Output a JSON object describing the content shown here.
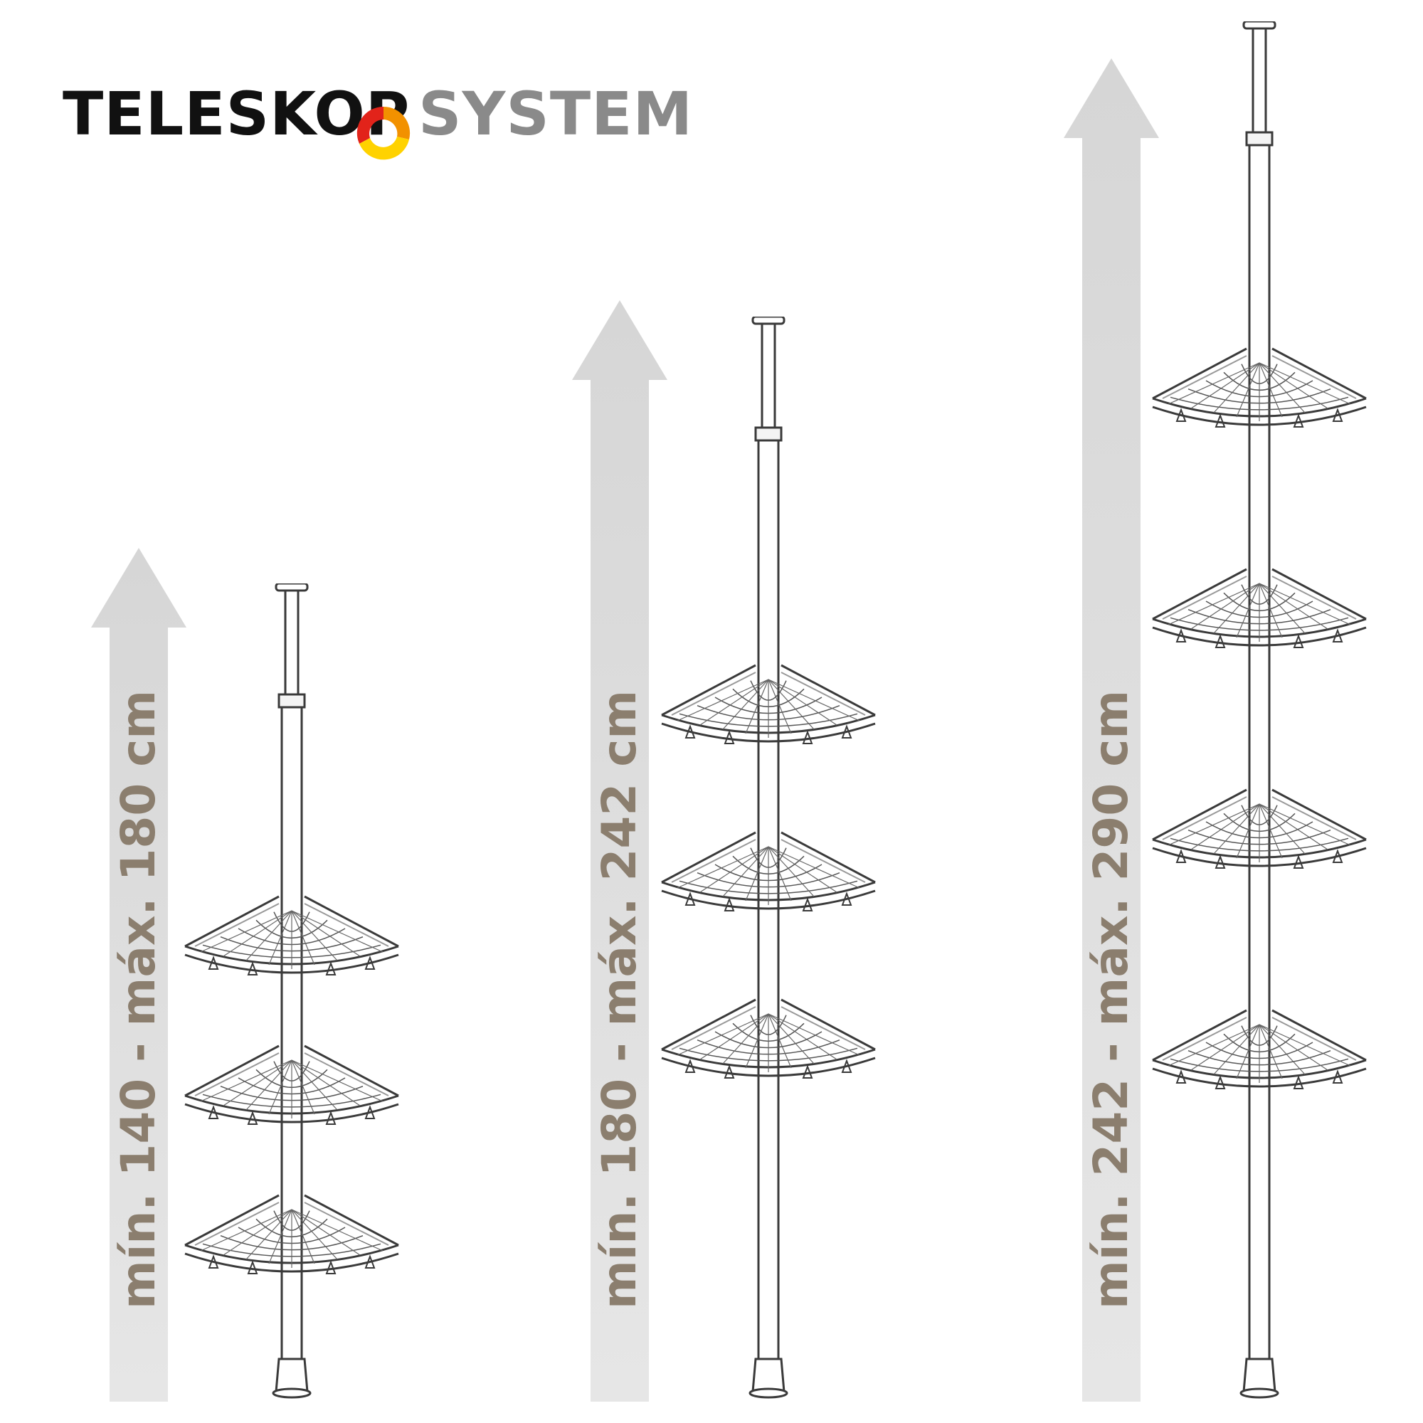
{
  "logo": {
    "word_1": "TELESKOP",
    "word_2": "SYSTEM",
    "colors": {
      "word_1": "#111111",
      "word_2": "#8a8a8a",
      "ring_red": "#e2231a",
      "ring_orange": "#f29100",
      "ring_yellow": "#ffd200"
    }
  },
  "arrows": [
    {
      "label": "mín. 140 - máx. 180 cm"
    },
    {
      "label": "mín. 180 - máx. 242 cm"
    },
    {
      "label": "mín. 242 - máx. 290 cm"
    }
  ],
  "racks": [
    {
      "shelves": 3
    },
    {
      "shelves": 3
    },
    {
      "shelves": 4
    }
  ],
  "colors": {
    "arrow": "#d9d9d9",
    "label": "#8b7e6e",
    "line": "#3a3a3a"
  }
}
